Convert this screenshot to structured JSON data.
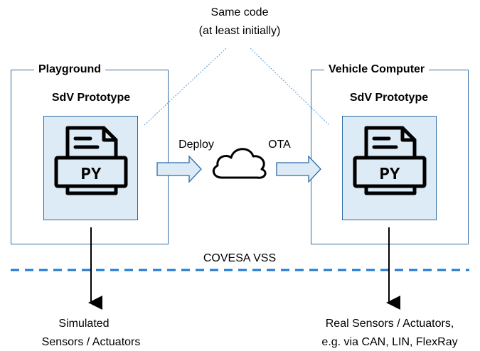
{
  "top_note": {
    "line1": "Same code",
    "line2": "(at least initially)"
  },
  "playground": {
    "title": "Playground",
    "prototype_label": "SdV Prototype",
    "file_icon_text": "PY"
  },
  "vehicle_computer": {
    "title": "Vehicle Computer",
    "prototype_label": "SdV Prototype",
    "file_icon_text": "PY"
  },
  "deploy_label": "Deploy",
  "ota_label": "OTA",
  "divider_label": "COVESA VSS",
  "bottom_left": {
    "line1": "Simulated",
    "line2": "Sensors / Actuators"
  },
  "bottom_right": {
    "line1": "Real Sensors / Actuators,",
    "line2": "e.g. via CAN, LIN, FlexRay"
  },
  "colors": {
    "frame": "#2e6aa6",
    "prototype_fill": "#dcebf6",
    "divider": "#1f78d1",
    "arrow_fill": "#dcebf6"
  }
}
